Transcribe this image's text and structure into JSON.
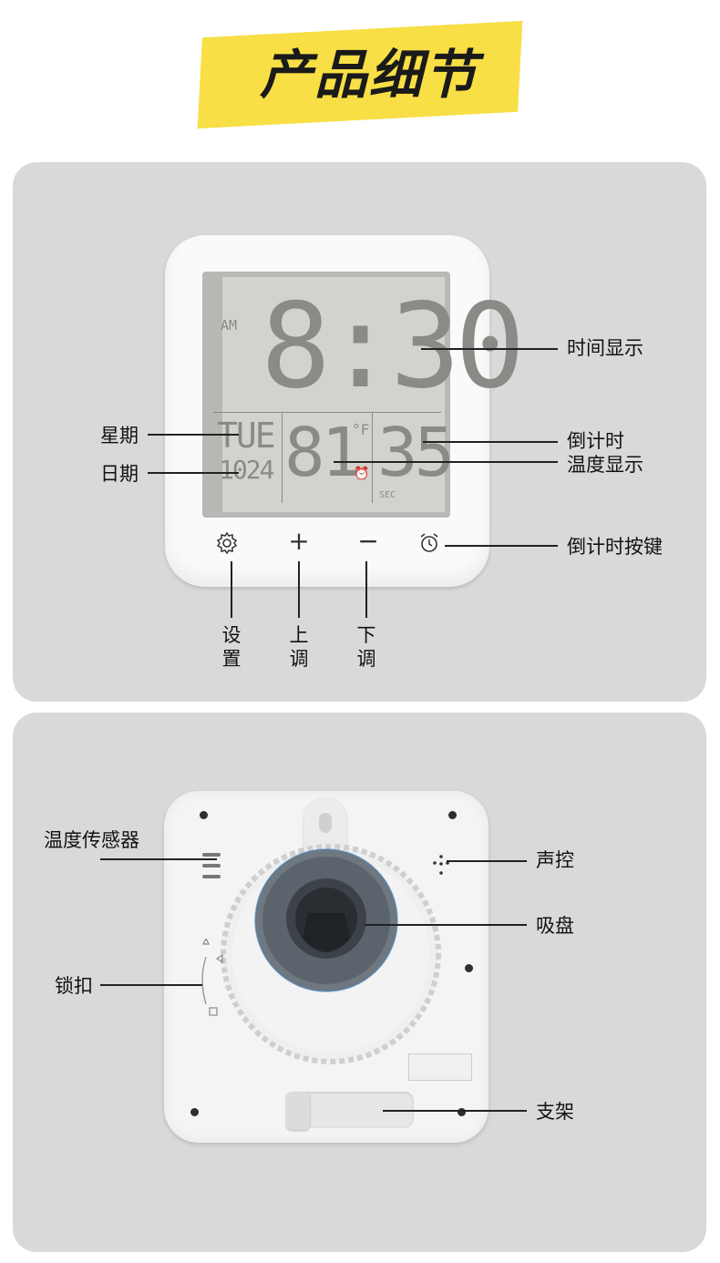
{
  "header": {
    "title": "产品细节"
  },
  "front": {
    "lcd": {
      "am": "AM",
      "time": "8:30",
      "weekday": "TUE",
      "date": "1024",
      "temp": "81",
      "temp_unit": "°F",
      "countdown": "35",
      "sec": "SEC"
    },
    "labels": {
      "time_display": "时间显示",
      "weekday": "星期",
      "date": "日期",
      "countdown": "倒计时",
      "temp_display": "温度显示",
      "countdown_button": "倒计时按键",
      "setting_1": "设",
      "setting_2": "置",
      "up_1": "上",
      "up_2": "调",
      "down_1": "下",
      "down_2": "调"
    },
    "buttons": {
      "plus": "+",
      "minus": "−"
    }
  },
  "back": {
    "labels": {
      "temp_sensor": "温度传感器",
      "voice": "声控",
      "suction": "吸盘",
      "lock": "锁扣",
      "stand": "支架"
    }
  },
  "colors": {
    "accent": "#f7df45",
    "panel": "#d9d9d9",
    "lcd": "#d2d3cd",
    "segment": "#8a8b86"
  }
}
